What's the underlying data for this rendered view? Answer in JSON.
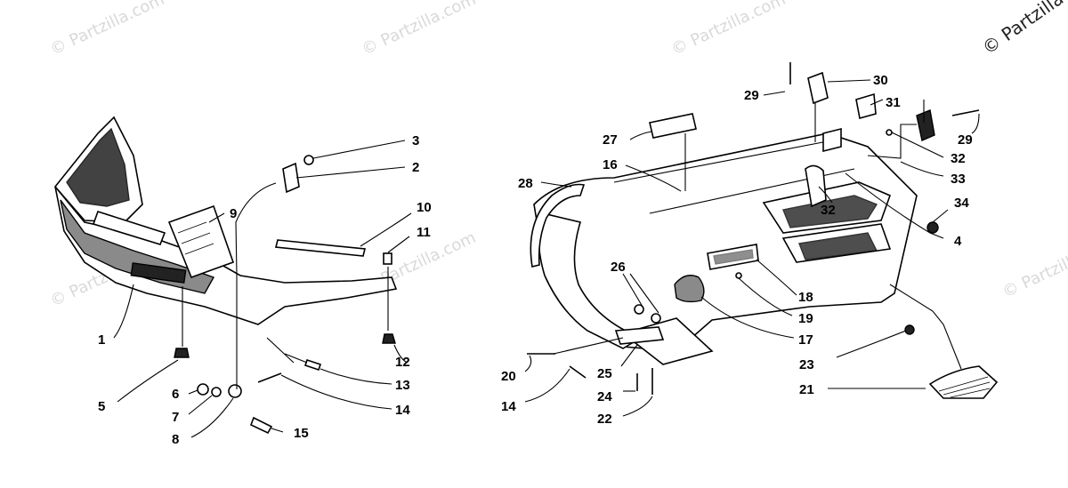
{
  "watermarks": [
    "© Partzilla.com",
    "© Partzilla.com",
    "© Partzilla.com",
    "© Partzilla.com",
    "© Partzilla.com",
    "© Partzilla.com"
  ],
  "copyright": "© Partzilla",
  "callouts": {
    "c1": "1",
    "c2": "2",
    "c3": "3",
    "c4": "4",
    "c5": "5",
    "c6": "6",
    "c7": "7",
    "c8": "8",
    "c9": "9",
    "c10": "10",
    "c11": "11",
    "c12": "12",
    "c13": "13",
    "c14a": "14",
    "c14b": "14",
    "c15": "15",
    "c16": "16",
    "c17": "17",
    "c18": "18",
    "c19": "19",
    "c20": "20",
    "c21": "21",
    "c22": "22",
    "c23": "23",
    "c24": "24",
    "c25": "25",
    "c26": "26",
    "c27": "27",
    "c28": "28",
    "c29a": "29",
    "c29b": "29",
    "c30": "30",
    "c31": "31",
    "c32a": "32",
    "c32b": "32",
    "c33": "33",
    "c34": "34"
  }
}
